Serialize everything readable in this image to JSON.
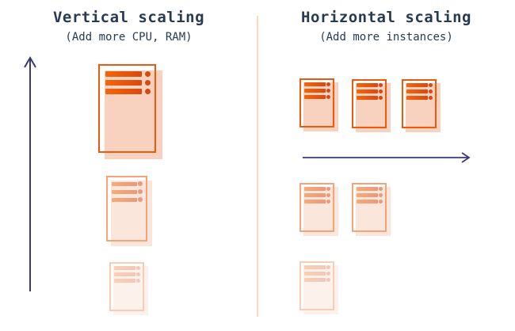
{
  "page": {
    "background": "#ffffff"
  },
  "colors": {
    "heading_text": "#263b52",
    "server_outline": "#ed5a0f",
    "server_bar_start": "#f4660a",
    "server_bar_end": "#d9480f",
    "server_shadow": "#f8d2bf",
    "arrow": "#3a3875",
    "divider": "#f9d8c7"
  },
  "icons": {
    "up_arrow": "↑",
    "right_arrow": "→",
    "server": "outlined-rectangle-with-3-bars-and-3-led-dots"
  },
  "left_panel": {
    "title": "Vertical scaling",
    "subtitle": "(Add more CPU, RAM)",
    "arrow_direction": "up",
    "stages": [
      {
        "server_count": 1,
        "size": "large",
        "opacity": 1
      },
      {
        "server_count": 1,
        "size": "medium",
        "opacity": 0.55
      },
      {
        "server_count": 1,
        "size": "small",
        "opacity": 0.3
      }
    ]
  },
  "right_panel": {
    "title": "Horizontal scaling",
    "subtitle": "(Add more instances)",
    "arrow_direction": "right",
    "stages": [
      {
        "server_count": 3,
        "size": "small",
        "opacity": 1
      },
      {
        "server_count": 2,
        "size": "small",
        "opacity": 0.55
      },
      {
        "server_count": 1,
        "size": "small",
        "opacity": 0.3
      }
    ]
  }
}
